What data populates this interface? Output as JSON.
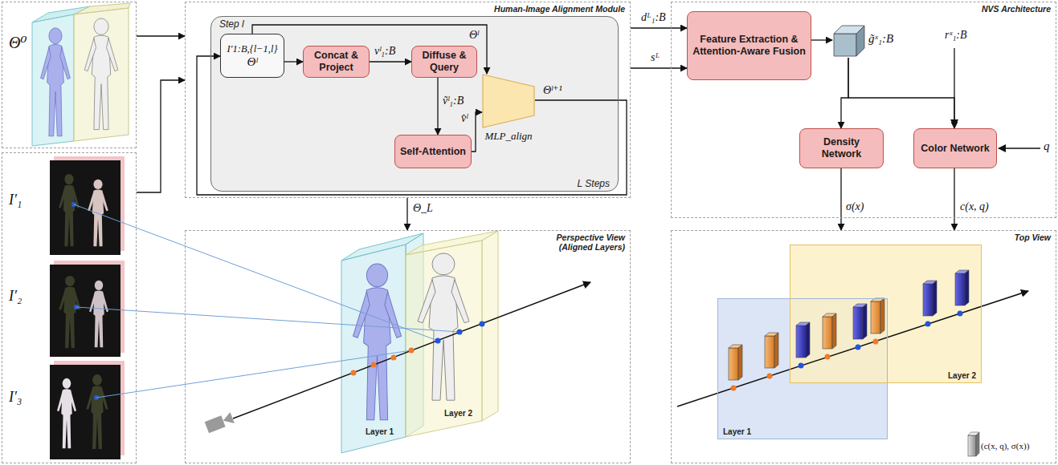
{
  "diagram": {
    "nodes": [
      {
        "text": [
          "Θ⁰"
        ]
      },
      {
        "text": [
          "I′₁",
          "I′₂",
          "I′₃"
        ]
      },
      {
        "text": [
          "Human-Image Alignment Module"
        ]
      },
      {
        "text": [
          "Step l",
          "L Steps"
        ],
        "in": 2
      },
      {
        "text": [
          "I′1:B,{l−1,l}",
          "Θˡ"
        ],
        "in": 3
      },
      {
        "text": [
          "Concat & Project"
        ],
        "in": 3
      },
      {
        "text": [
          "Diffuse & Query"
        ],
        "in": 3
      },
      {
        "text": [
          "Self-Attention"
        ],
        "in": 3
      },
      {
        "text": [
          "MLP_align"
        ],
        "in": 3
      },
      {
        "text": [
          "NVS Architecture"
        ]
      },
      {
        "text": [
          "Feature Extraction & Attention-Aware Fusion"
        ],
        "in": 9
      },
      {
        "text": [
          "g̃ˣ₁:B"
        ],
        "in": 9
      },
      {
        "text": [
          "Density Network"
        ],
        "in": 9
      },
      {
        "text": [
          "Color Network"
        ],
        "in": 9
      },
      {
        "text": [
          "Perspective View (Aligned Layers)"
        ]
      },
      {
        "text": [
          "Top View"
        ]
      },
      {
        "text": [
          "Layer 1"
        ],
        "in": 15
      },
      {
        "text": [
          "Layer 2"
        ],
        "in": 15
      }
    ],
    "edges": [
      {
        "from": 0,
        "to": 2,
        "arrow": "to"
      },
      {
        "from": 1,
        "to": 2,
        "arrow": "to"
      },
      {
        "from": 4,
        "to": 5,
        "arrow": "to"
      },
      {
        "from": 5,
        "to": 6,
        "label": "vˡ₁:B",
        "arrow": "to"
      },
      {
        "from": 6,
        "to": 7,
        "label": "ṽˡ₁:B",
        "arrow": "to"
      },
      {
        "from": 7,
        "to": 8,
        "label": "v̂ˡ",
        "arrow": "to"
      },
      {
        "from": 4,
        "to": 8,
        "label": "Θˡ",
        "arrow": "to"
      },
      {
        "from": 8,
        "to": 4,
        "label": "Θˡ⁺¹",
        "arrow": "to"
      },
      {
        "from": 2,
        "to": 14,
        "label": "Θ_L",
        "arrow": "to"
      },
      {
        "from": 2,
        "to": 10,
        "label": "dᴸ₁:B",
        "arrow": "to"
      },
      {
        "from": 2,
        "to": 10,
        "label": "sᴸ",
        "arrow": "to"
      },
      {
        "from": 10,
        "to": 11,
        "arrow": "to"
      },
      {
        "from": 11,
        "to": 12,
        "arrow": "to"
      },
      {
        "from": 11,
        "to": 13,
        "arrow": "to"
      },
      {
        "from": 12,
        "to": 15,
        "label": "σ(x)",
        "arrow": "to"
      },
      {
        "from": 13,
        "to": 15,
        "label": "c(x, q)",
        "arrow": "to"
      }
    ],
    "labels": [
      "Layer 1",
      "Layer 2",
      "rˣ₁:B",
      "q"
    ],
    "legend": [
      {
        "text": "(c(x, q), σ(x))"
      }
    ]
  }
}
